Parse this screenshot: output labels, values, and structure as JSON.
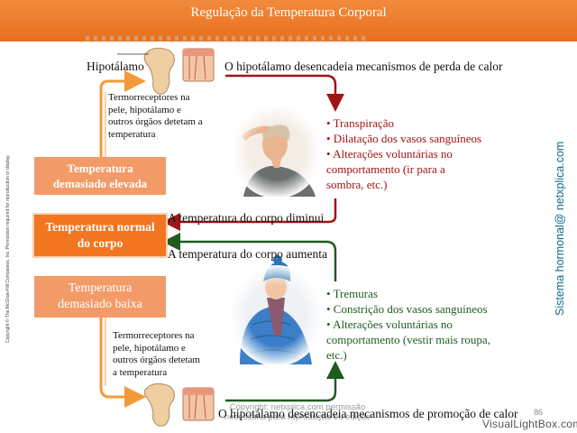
{
  "title": "Regulação da Temperatura Corporal",
  "top": {
    "hypothalamus_label": "Hipotálamo",
    "heat_loss_caption": "O hipotálamo desencadeia mecanismos de perda de calor",
    "receptors_text": [
      "Termorreceptores na",
      "pele, hipotálamo e",
      "outros órgãos detetam a",
      "temperatura"
    ]
  },
  "states": {
    "high": [
      "Temperatura",
      "demasiado elevada"
    ],
    "normal": [
      "Temperatura normal",
      "do corpo"
    ],
    "low": [
      "Temperatura",
      "demasiado baixa"
    ]
  },
  "heat_loss_responses": [
    "• Transpiração",
    "• Dilatação  dos vasos sanguíneos",
    "• Alterações  voluntárias no",
    "comportamento (ir para a",
    "sombra, etc.)"
  ],
  "body_temp_decreases": "A temperatura do corpo diminui",
  "body_temp_increases": "A temperatura do corpo aumenta",
  "heat_gain_responses": [
    "• Tremuras",
    "• Constrição  dos vasos sanguíneos",
    "• Alterações  voluntárias no",
    "comportamento (vestir mais roupa,",
    "etc.)"
  ],
  "bottom": {
    "receptors_text": [
      "Termorreceptores na",
      "pele, hipotálamo e",
      "outros órgãos detetam",
      "a temperatura"
    ],
    "heat_gain_caption": "O hipotálamo desencadeia mecanismos de promoção de calor"
  },
  "side_credit": "Sistema hormonal@ netxplica.com",
  "copyright": "Copyright © The McGraw-Hill Companies, Inc. Permission required for reproduction or display.",
  "watermark": [
    "Copyright: netxplica.com permissão",
    "necessária para reprodução ou edição"
  ],
  "page_number": "86",
  "site_watermark": "VisualLightBox.com",
  "colors": {
    "orange": "#f2751f",
    "light_orange": "#f39b68",
    "red": "#a11416",
    "green": "#1f5c1f",
    "teal": "#0a6e86"
  }
}
